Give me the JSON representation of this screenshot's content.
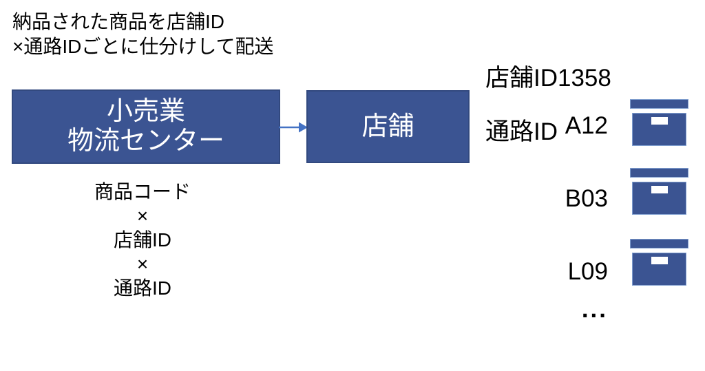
{
  "caption": {
    "line1": "納品された商品を店舗ID",
    "line2": "×通路IDごとに仕分けして配送"
  },
  "nodes": {
    "source": {
      "line1": "小売業",
      "line2": "物流センター"
    },
    "target": {
      "label": "店舗"
    }
  },
  "sort_key": {
    "lines": [
      "商品コード",
      "×",
      "店舗ID",
      "×",
      "通路ID"
    ]
  },
  "store": {
    "store_id": "店舗ID1358",
    "aisle_label": "通路ID",
    "aisles": [
      "A12",
      "B03",
      "L09"
    ],
    "more": "..."
  },
  "icons": {
    "bin": "storage-box-icon",
    "arrow": "flow-arrow-icon"
  },
  "colors": {
    "node_fill": "#3B5492",
    "node_border": "#32497F",
    "arrow": "#4472C4",
    "icon_fill": "#3B5492",
    "icon_border": "#809FD0",
    "text": "#000000",
    "node_text": "#FFFFFF"
  }
}
